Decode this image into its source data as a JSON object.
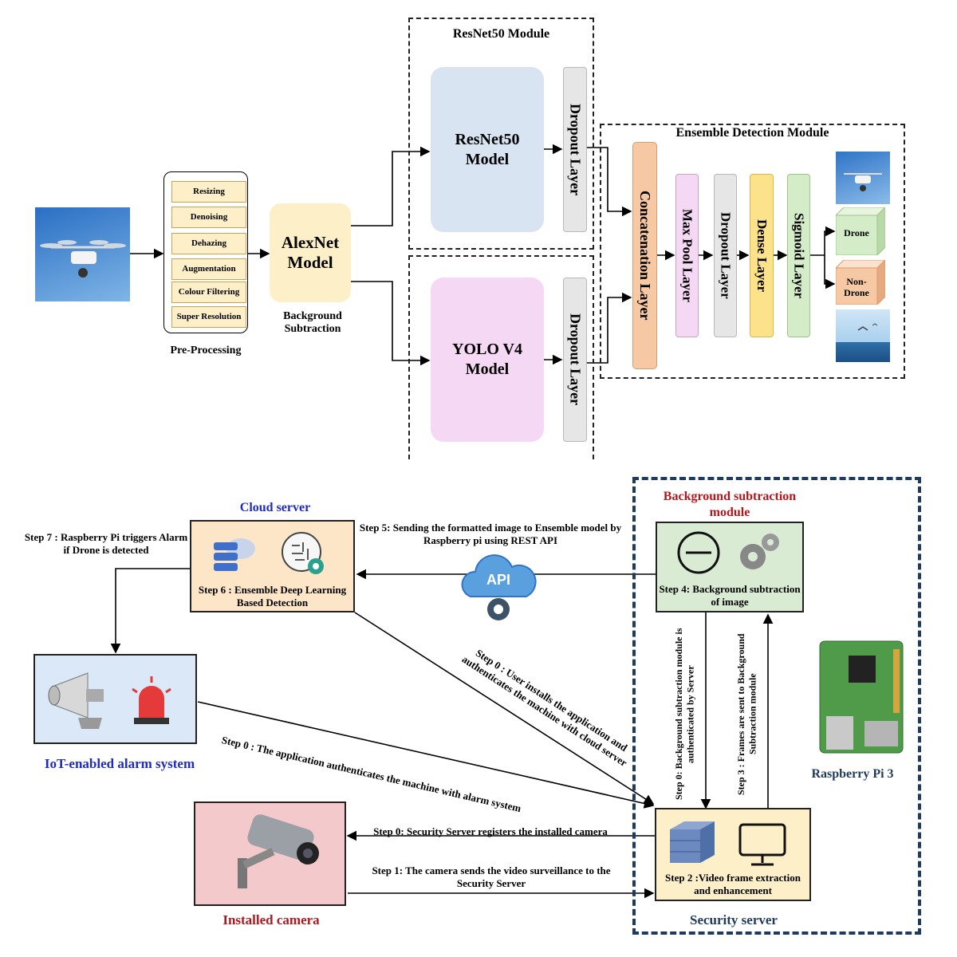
{
  "top": {
    "preprocessing": {
      "items": [
        "Resizing",
        "Denoising",
        "Dehazing",
        "Augmentation",
        "Colour Filtering",
        "Super Resolution"
      ],
      "caption": "Pre-Processing"
    },
    "alexnet": {
      "title": "AlexNet Model",
      "caption": "Background Subtraction"
    },
    "resnet_module": {
      "title": "ResNet50 Module",
      "model": "ResNet50 Model",
      "dropout": "Dropout Layer"
    },
    "yolo_module": {
      "model": "YOLO V4 Model",
      "dropout": "Dropout Layer"
    },
    "ensemble": {
      "title": "Ensemble Detection Module",
      "layers": [
        "Concatenation Layer",
        "Max Pool Layer",
        "Dropout Layer",
        "Dense Layer",
        "Sigmoid Layer"
      ],
      "drone": "Drone",
      "non_drone": "Non-Drone"
    }
  },
  "bottom": {
    "cloud": {
      "title": "Cloud server",
      "step6": "Step 6 : Ensemble Deep Learning Based Detection"
    },
    "bg_module": {
      "title": "Background subtraction module",
      "step4": "Step 4: Background subtraction of image"
    },
    "alarm": {
      "title": "IoT-enabled alarm system"
    },
    "camera": {
      "title": "Installed camera"
    },
    "security": {
      "title": "Security server",
      "step2": "Step 2 :Video frame extraction and enhancement"
    },
    "raspberry": {
      "title": "Raspberry Pi 3"
    },
    "api_label": "API",
    "steps": {
      "step7": "Step 7 : Raspberry Pi triggers Alarm if Drone is detected",
      "step5": "Step 5: Sending the formatted image to Ensemble model by Raspberry pi using REST API",
      "step0_user": "Step 0 : User installs the application and authenticates the machine with cloud server",
      "step0_alarm": "Step 0 : The application authenticates the machine with alarm system",
      "step0_bg": "Step 0: Background subtraction module is authenticated by Server",
      "step3": "Step 3 : Frames are sent to Background Subtraction module",
      "step0_cam": "Step 0: Security Server registers the installed camera",
      "step1": "Step 1: The camera sends the video surveillance to the Security Server"
    }
  },
  "colors": {
    "alexnet": "#fdefc8",
    "resnet": "#d9e4f2",
    "yolo": "#f5d8f3",
    "dropout": "#e6e6e6",
    "concat": "#f6c9a4",
    "maxpool": "#f5d8f3",
    "dense": "#fce28a",
    "sigmoid": "#d4ecc8",
    "cloud_box": "#fde6c8",
    "bg_box": "#d9ebd3",
    "alarm_box": "#dbe8f7",
    "camera_box": "#f4c9cb",
    "security_box": "#fdefc8",
    "title_blue": "#1c2ac8",
    "title_red": "#b4161c",
    "navy": "#1f3a5f"
  }
}
